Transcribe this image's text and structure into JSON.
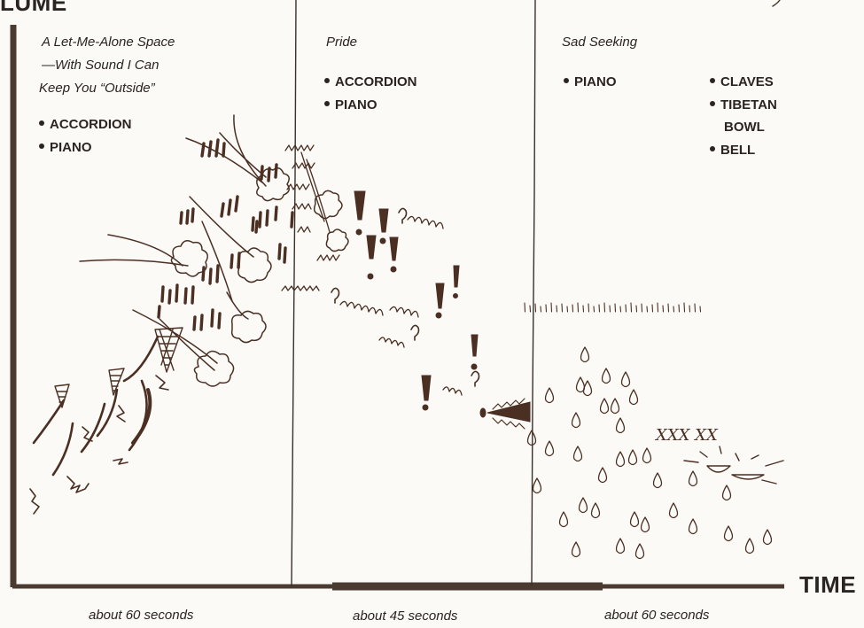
{
  "axes": {
    "y_label": "LUME",
    "x_label": "TIME"
  },
  "sections": [
    {
      "title_lines": [
        "A Let-Me-Alone Space",
        "—With Sound I Can",
        "Keep You “Outside”"
      ],
      "instruments": [
        "ACCORDION",
        "PIANO"
      ],
      "duration": "about 60 seconds"
    },
    {
      "title_lines": [
        "Pride"
      ],
      "instruments": [
        "ACCORDION",
        "PIANO"
      ],
      "duration": "about 45 seconds"
    },
    {
      "title_lines": [
        "Sad Seeking"
      ],
      "instruments": [
        "PIANO"
      ],
      "instruments_extra": [
        "CLAVES",
        "TIBETAN",
        "BOWL",
        "BELL"
      ],
      "duration": "about 60 seconds"
    }
  ],
  "handwriting": {
    "xxx": "XXX XX"
  },
  "colors": {
    "ink": "#4a2f22",
    "print": "#2b2420",
    "paper": "#fbfaf7"
  }
}
